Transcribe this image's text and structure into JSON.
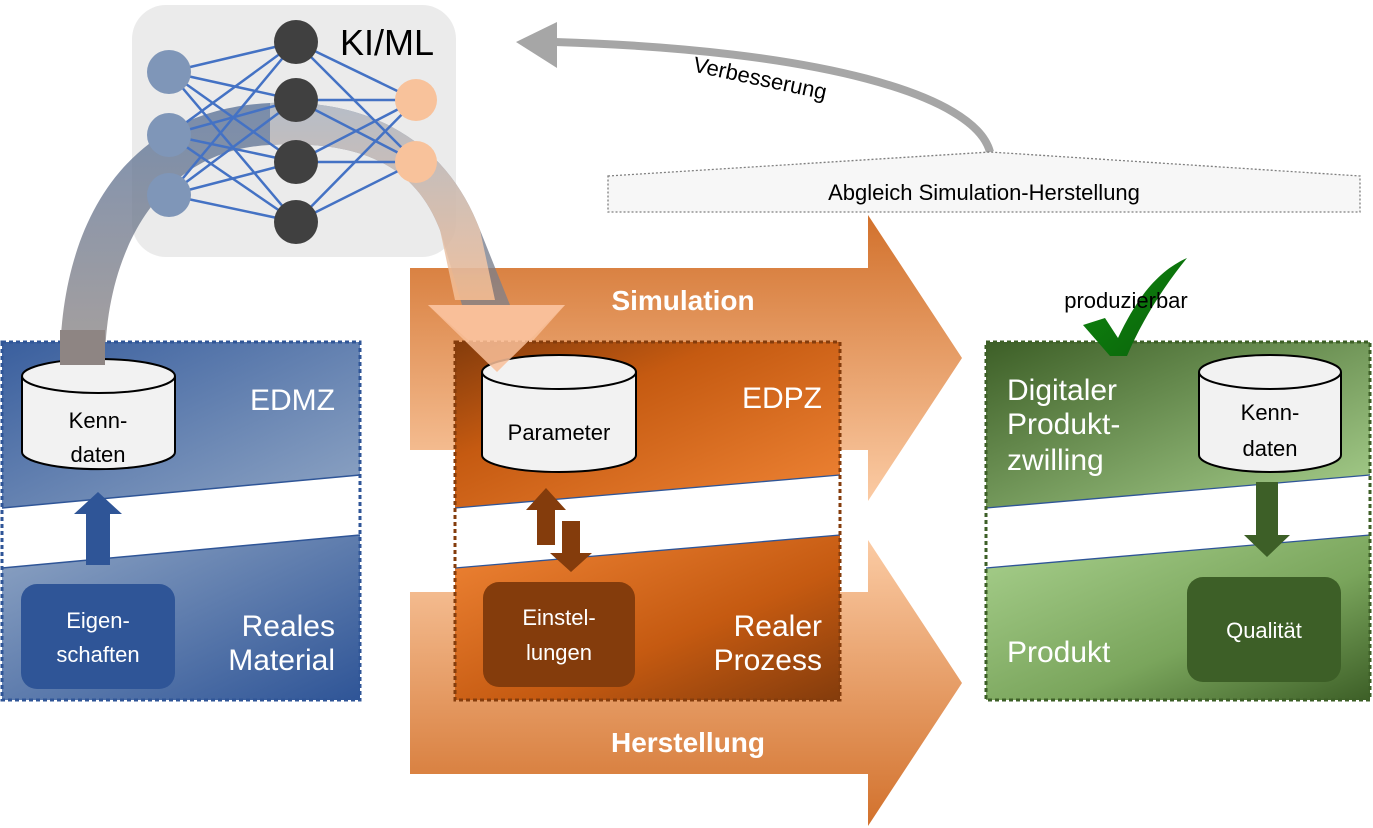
{
  "ml_box": {
    "title": "KI/ML"
  },
  "feedback": {
    "arrow_label": "Verbesserung",
    "comparison_label": "Abgleich Simulation-Herstellung"
  },
  "flows": {
    "simulation": "Simulation",
    "manufacturing": "Herstellung"
  },
  "material": {
    "digital_label": "EDMZ",
    "db_label_line1": "Kenn-",
    "db_label_line2": "daten",
    "real_label_line1": "Reales",
    "real_label_line2": "Material",
    "box_line1": "Eigen-",
    "box_line2": "schaften"
  },
  "process": {
    "digital_label": "EDPZ",
    "db_label": "Parameter",
    "real_label_line1": "Realer",
    "real_label_line2": "Prozess",
    "box_line1": "Einstel-",
    "box_line2": "lungen"
  },
  "product": {
    "check_label": "produzierbar",
    "digital_label_line1": "Digitaler",
    "digital_label_line2": "Produkt-",
    "digital_label_line3": "zwilling",
    "db_label_line1": "Kenn-",
    "db_label_line2": "daten",
    "real_label": "Produkt",
    "box_label": "Qualität"
  },
  "colors": {
    "blue": "#3a5f9e",
    "orange": "#e07a2e",
    "brown": "#843c0c",
    "green": "#3d5f27",
    "check": "#0a7a0a",
    "nn_line": "#4472c4",
    "nn_hidden": "#404040",
    "nn_input": "#7f96b8",
    "nn_output": "#f8c29b"
  }
}
